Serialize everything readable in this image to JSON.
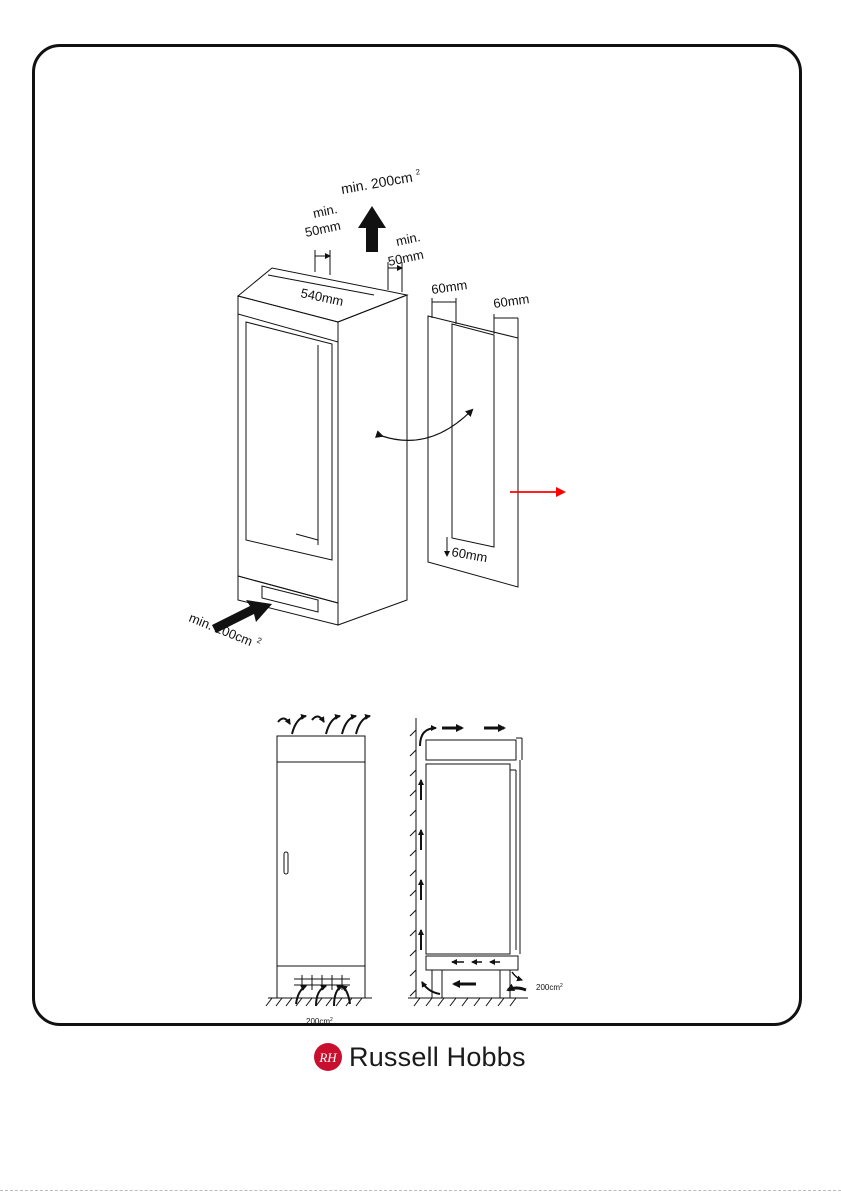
{
  "labels": {
    "top_vent_area": "min. 200cm",
    "top_vent_area_sup": "2",
    "gap_left": "min.",
    "gap_left_value": "50mm",
    "gap_right": "min.",
    "gap_right_value": "50mm",
    "width": "540mm",
    "door_top_left": "60mm",
    "door_top_right": "60mm",
    "door_bottom": "60mm",
    "bottom_vent_area": "min. 200cm",
    "bottom_vent_area_sup": "2",
    "front_vent": "200cm",
    "front_vent_sup": "2",
    "side_vent": "200cm",
    "side_vent_sup": "2"
  },
  "colors": {
    "line": "#111111",
    "red_arrow": "#ff0000",
    "logo_red": "#c8102e"
  },
  "logo": {
    "brand": "Russell Hobbs",
    "monogram": "RH"
  }
}
